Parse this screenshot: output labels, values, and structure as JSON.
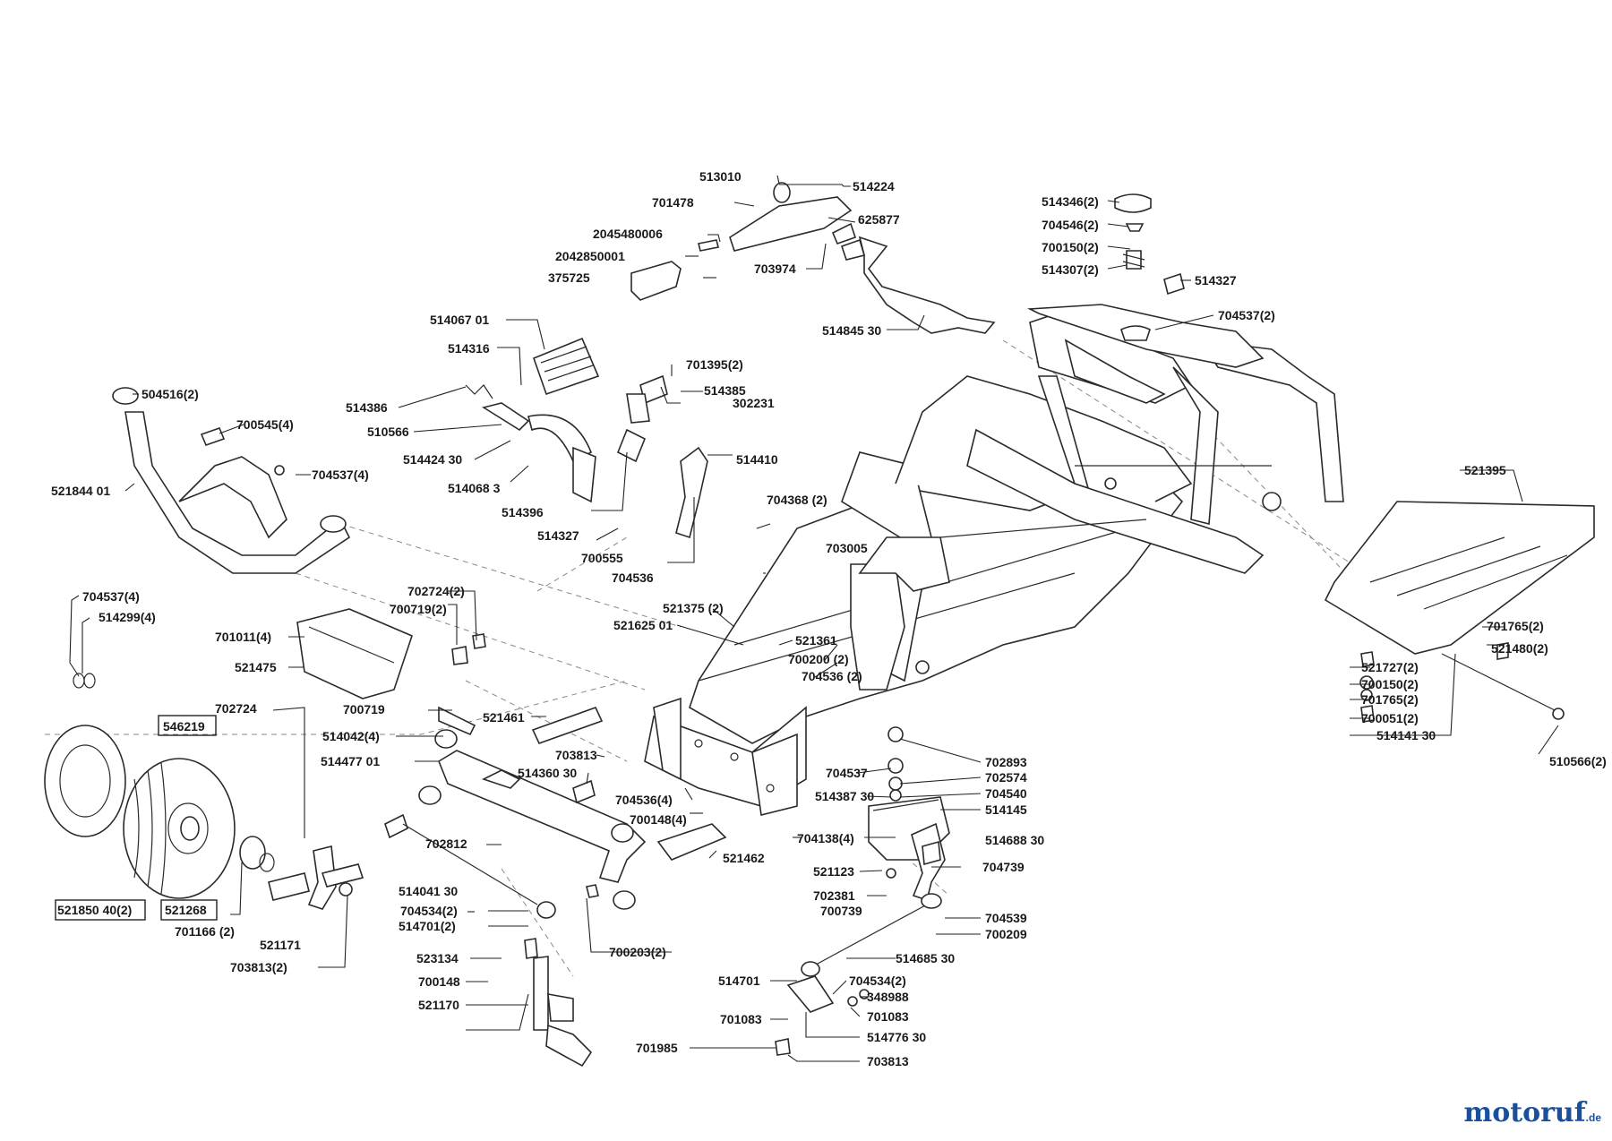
{
  "brand": {
    "name": "motoruf",
    "suffix": ".de",
    "colors": {
      "primary": "#1a4f9c",
      "accent": "#e08a00"
    }
  },
  "labels": [
    {
      "id": "l01",
      "text": "513010"
    },
    {
      "id": "l02",
      "text": "514224"
    },
    {
      "id": "l03",
      "text": "701478"
    },
    {
      "id": "l04",
      "text": "625877"
    },
    {
      "id": "l05",
      "text": "2045480006"
    },
    {
      "id": "l06",
      "text": "2042850001"
    },
    {
      "id": "l07",
      "text": "703974"
    },
    {
      "id": "l08",
      "text": "375725"
    },
    {
      "id": "l09",
      "text": "514845 30"
    },
    {
      "id": "l10",
      "text": "514346(2)"
    },
    {
      "id": "l11",
      "text": "704546(2)"
    },
    {
      "id": "l12",
      "text": "700150(2)"
    },
    {
      "id": "l13",
      "text": "514307(2)"
    },
    {
      "id": "l14",
      "text": "514327"
    },
    {
      "id": "l15",
      "text": "704537(2)"
    },
    {
      "id": "l16",
      "text": "514067 01"
    },
    {
      "id": "l17",
      "text": "514316"
    },
    {
      "id": "l18",
      "text": "701395(2)"
    },
    {
      "id": "l19",
      "text": "514385"
    },
    {
      "id": "l20",
      "text": "504516(2)"
    },
    {
      "id": "l21",
      "text": "302231"
    },
    {
      "id": "l22",
      "text": "514386"
    },
    {
      "id": "l23",
      "text": "700545(4)"
    },
    {
      "id": "l24",
      "text": "510566"
    },
    {
      "id": "l25",
      "text": "514424 30"
    },
    {
      "id": "l26",
      "text": "514410"
    },
    {
      "id": "l27",
      "text": "704537(4)"
    },
    {
      "id": "l28",
      "text": "514068 3"
    },
    {
      "id": "l29",
      "text": "521844 01"
    },
    {
      "id": "l30",
      "text": "514396"
    },
    {
      "id": "l31",
      "text": "704368 (2)"
    },
    {
      "id": "l32",
      "text": "514327"
    },
    {
      "id": "l33",
      "text": "700555"
    },
    {
      "id": "l34",
      "text": "703005"
    },
    {
      "id": "l35",
      "text": "704536"
    },
    {
      "id": "l36",
      "text": "521395"
    },
    {
      "id": "l37",
      "text": "702724(2)"
    },
    {
      "id": "l38",
      "text": "704537(4)"
    },
    {
      "id": "l39",
      "text": "700719(2)"
    },
    {
      "id": "l40",
      "text": "514299(4)"
    },
    {
      "id": "l41",
      "text": "521375 (2)"
    },
    {
      "id": "l42",
      "text": "521625 01"
    },
    {
      "id": "l43",
      "text": "701011(4)"
    },
    {
      "id": "l44",
      "text": "521361"
    },
    {
      "id": "l45",
      "text": "701765(2)"
    },
    {
      "id": "l46",
      "text": "521475"
    },
    {
      "id": "l47",
      "text": "700200 (2)"
    },
    {
      "id": "l48",
      "text": "521480(2)"
    },
    {
      "id": "l49",
      "text": "704536 (2)"
    },
    {
      "id": "l50",
      "text": "521727(2)"
    },
    {
      "id": "l51",
      "text": "702724"
    },
    {
      "id": "l52",
      "text": "700719"
    },
    {
      "id": "l53",
      "text": "700150(2)"
    },
    {
      "id": "l54",
      "text": "521461"
    },
    {
      "id": "l55",
      "text": "701765(2)"
    },
    {
      "id": "l56",
      "text": "546219"
    },
    {
      "id": "l57",
      "text": "514042(4)"
    },
    {
      "id": "l58",
      "text": "700051(2)"
    },
    {
      "id": "l59",
      "text": "703813"
    },
    {
      "id": "l60",
      "text": "514141 30"
    },
    {
      "id": "l61",
      "text": "514477 01"
    },
    {
      "id": "l62",
      "text": "514360 30"
    },
    {
      "id": "l63",
      "text": "702893"
    },
    {
      "id": "l64",
      "text": "510566(2)"
    },
    {
      "id": "l65",
      "text": "704537"
    },
    {
      "id": "l66",
      "text": "702574"
    },
    {
      "id": "l67",
      "text": "514387 30"
    },
    {
      "id": "l68",
      "text": "704540"
    },
    {
      "id": "l69",
      "text": "704536(4)"
    },
    {
      "id": "l70",
      "text": "514145"
    },
    {
      "id": "l71",
      "text": "700148(4)"
    },
    {
      "id": "l72",
      "text": "704138(4)"
    },
    {
      "id": "l73",
      "text": "514688 30"
    },
    {
      "id": "l74",
      "text": "702812"
    },
    {
      "id": "l75",
      "text": "521462"
    },
    {
      "id": "l76",
      "text": "521123"
    },
    {
      "id": "l77",
      "text": "704739"
    },
    {
      "id": "l78",
      "text": "514041 30"
    },
    {
      "id": "l79",
      "text": "702381"
    },
    {
      "id": "l80",
      "text": "521850 40(2)"
    },
    {
      "id": "l81",
      "text": "521268"
    },
    {
      "id": "l82",
      "text": "704534(2)"
    },
    {
      "id": "l83",
      "text": "700739"
    },
    {
      "id": "l84",
      "text": "704539"
    },
    {
      "id": "l85",
      "text": "701166 (2)"
    },
    {
      "id": "l86",
      "text": "514701(2)"
    },
    {
      "id": "l87",
      "text": "700209"
    },
    {
      "id": "l88",
      "text": "521171"
    },
    {
      "id": "l89",
      "text": "523134"
    },
    {
      "id": "l90",
      "text": "700203(2)"
    },
    {
      "id": "l91",
      "text": "514685 30"
    },
    {
      "id": "l92",
      "text": "703813(2)"
    },
    {
      "id": "l93",
      "text": "700148"
    },
    {
      "id": "l94",
      "text": "514701"
    },
    {
      "id": "l95",
      "text": "704534(2)"
    },
    {
      "id": "l96",
      "text": "348988"
    },
    {
      "id": "l97",
      "text": "521170"
    },
    {
      "id": "l98",
      "text": "701083"
    },
    {
      "id": "l99",
      "text": "701083"
    },
    {
      "id": "l100",
      "text": "514776 30"
    },
    {
      "id": "l101",
      "text": "701985"
    },
    {
      "id": "l102",
      "text": "703813"
    }
  ]
}
